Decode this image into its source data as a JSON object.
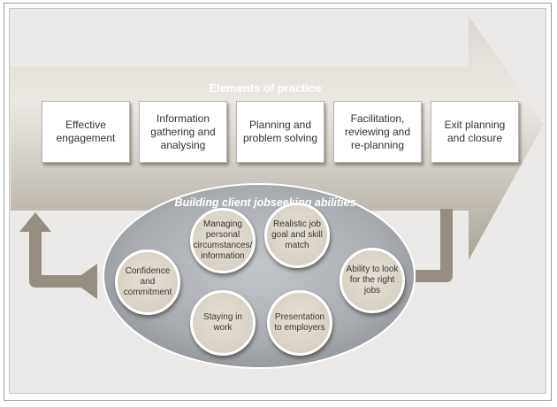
{
  "diagram": {
    "practice_title": "Elements of practice",
    "practice_elements": [
      "Effective engagement",
      "Information gathering and analysing",
      "Planning and problem solving",
      "Facilitation, reviewing and re-planning",
      "Exit planning and closure"
    ],
    "abilities_title": "Building client jobseeking abilities",
    "abilities": [
      "Managing personal circumstances/ information",
      "Realistic job goal and skill match",
      "Confidence and commitment",
      "Ability to look for the right jobs",
      "Staying in work",
      "Presentation to employers"
    ],
    "colors": {
      "arrow_light": "#e0dcd5",
      "arrow_dark": "#aba497",
      "loop_arrow": "#958d80",
      "ellipse": "#a3a7ab",
      "circle_fill": "#dcd6cc"
    }
  }
}
